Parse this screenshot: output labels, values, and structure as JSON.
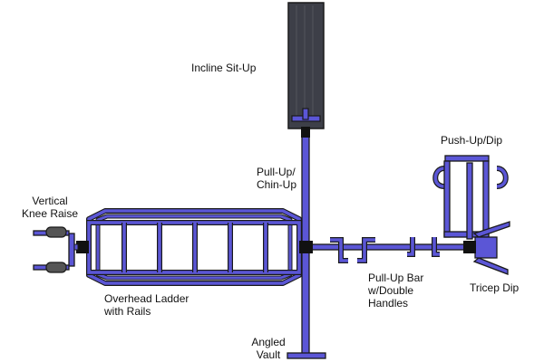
{
  "diagram": {
    "colors": {
      "frame": "#5b56d6",
      "outline": "#1a1a1a",
      "bench": "#3d3f48",
      "bench_stripe": "#5c5f6a",
      "joint": "#111111",
      "pad": "#555555",
      "background": "#ffffff"
    },
    "labels": {
      "incline_situp": "Incline Sit-Up",
      "pullup_chinup_1": "Pull-Up/",
      "pullup_chinup_2": "Chin-Up",
      "pushup_dip": "Push-Up/Dip",
      "vertical_knee_1": "Vertical",
      "vertical_knee_2": "Knee Raise",
      "overhead_ladder_1": "Overhead Ladder",
      "overhead_ladder_2": "with Rails",
      "pullup_bar_1": "Pull-Up Bar",
      "pullup_bar_2": "w/Double",
      "pullup_bar_3": "Handles",
      "tricep_dip": "Tricep Dip",
      "angled_vault_1": "Angled",
      "angled_vault_2": "Vault"
    }
  }
}
